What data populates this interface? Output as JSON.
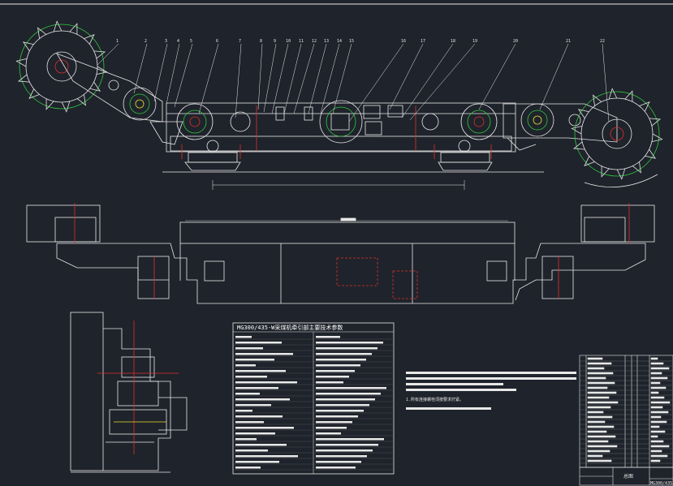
{
  "colors": {
    "background": "#1f232b",
    "line": "#e8e8e8",
    "accent_red": "#e0302b",
    "accent_green": "#2ecc40",
    "accent_yellow": "#e8e030"
  },
  "callouts": [
    "1",
    "2",
    "3",
    "4",
    "5",
    "6",
    "7",
    "8",
    "9",
    "10",
    "11",
    "12",
    "13",
    "14",
    "15",
    "16",
    "17",
    "18",
    "19",
    "20",
    "21",
    "22"
  ],
  "params_table": {
    "title": "MG300/435-W采煤机牵引部主要技术参数"
  },
  "notes": {
    "line1": "1.所有连接螺栓须按要求拧紧。"
  },
  "title_block": {
    "name": "总图",
    "code": "MG300/435"
  }
}
